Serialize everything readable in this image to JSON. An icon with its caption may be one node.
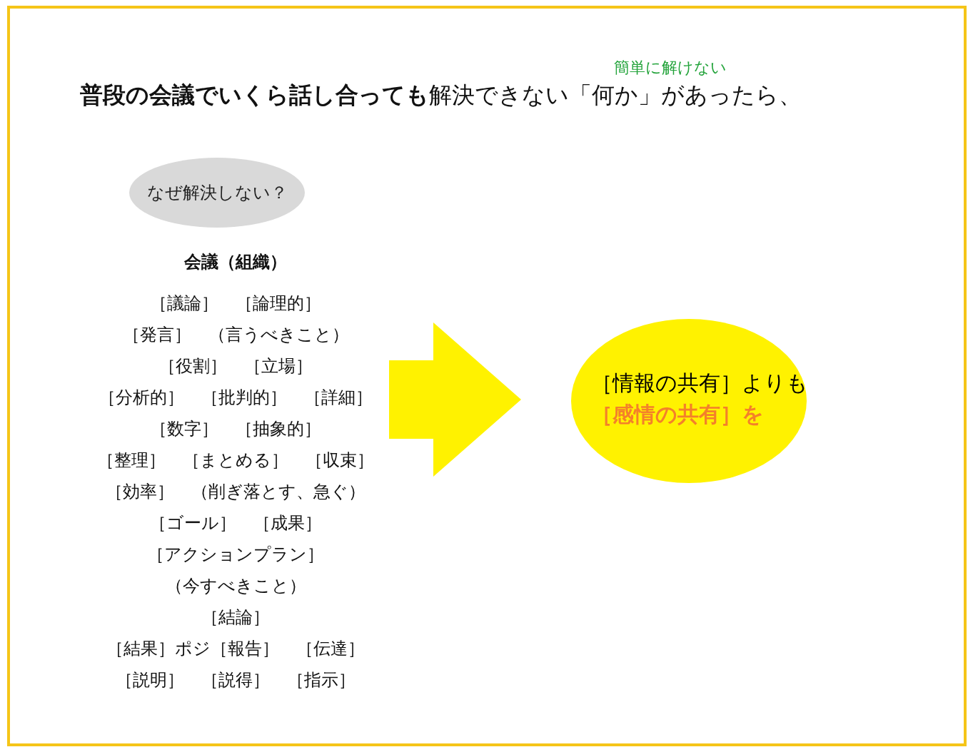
{
  "diagram": {
    "title": "**普段の会議でいくら話し合っても**解決できない「何か」があったら、",
    "nodes": [
      {
        "text": [
          "なぜ解決しない？"
        ]
      },
      {
        "text": [
          "会議（組織）",
          "［議論］　［論理的］",
          "［発言］　（言うべきこと）",
          "［役割］　［立場］",
          "［分析的］　［批判的］　［詳細］",
          "［数字］　［抽象的］",
          "［整理］　［まとめる］　［収束］",
          "［効率］　（削ぎ落とす、急ぐ）",
          "［ゴール］　［成果］",
          "［アクションプラン］",
          "（今すべきこと）",
          "［結論］",
          "［結果］ポジ［報告］　［伝達］",
          "［説明］　［説得］　［指示］"
        ]
      },
      {
        "text": [
          "［情報の共有］よりも",
          "［感情の共有］を"
        ]
      }
    ],
    "edges": [
      {
        "from": 1,
        "to": 2,
        "arrow": "to",
        "style": "thick",
        "color": "#fff200"
      }
    ],
    "labels": [
      "簡単に解けない"
    ]
  }
}
